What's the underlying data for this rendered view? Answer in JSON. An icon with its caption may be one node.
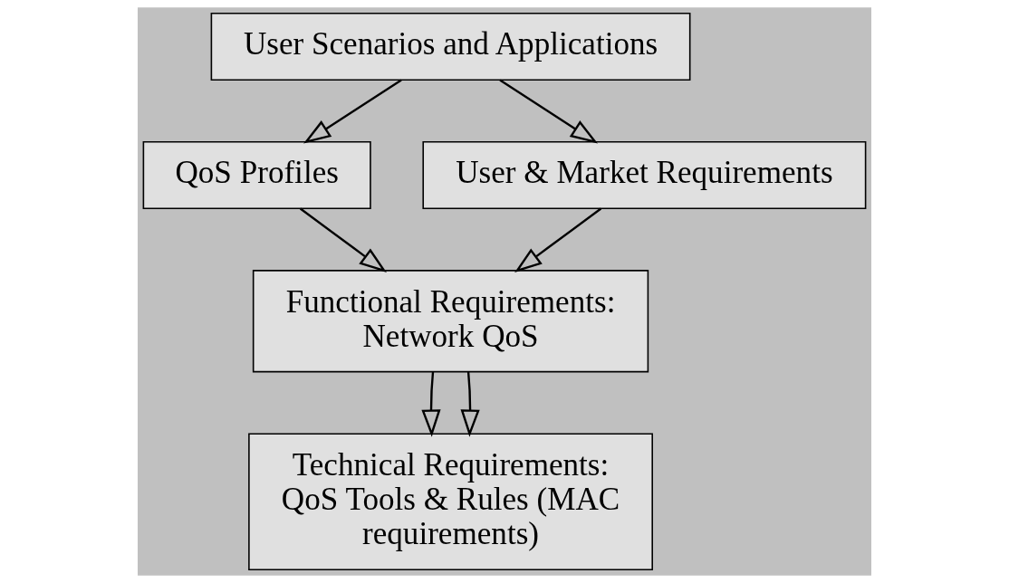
{
  "diagram": {
    "nodes": [
      {
        "text": [
          "User Scenarios and Applications"
        ]
      },
      {
        "text": [
          "QoS Profiles"
        ]
      },
      {
        "text": [
          "User & Market Requirements"
        ]
      },
      {
        "text": [
          "Functional Requirements: Network QoS"
        ]
      },
      {
        "text": [
          "Technical Requirements: QoS Tools & Rules (MAC requirements)"
        ]
      }
    ],
    "edges": [
      {
        "from": 0,
        "to": 1,
        "arrow": "to"
      },
      {
        "from": 0,
        "to": 2,
        "arrow": "to"
      },
      {
        "from": 1,
        "to": 3,
        "arrow": "to"
      },
      {
        "from": 2,
        "to": 3,
        "arrow": "to"
      },
      {
        "from": 3,
        "to": 4,
        "arrow": "to"
      },
      {
        "from": 3,
        "to": 4,
        "arrow": "to"
      }
    ]
  }
}
